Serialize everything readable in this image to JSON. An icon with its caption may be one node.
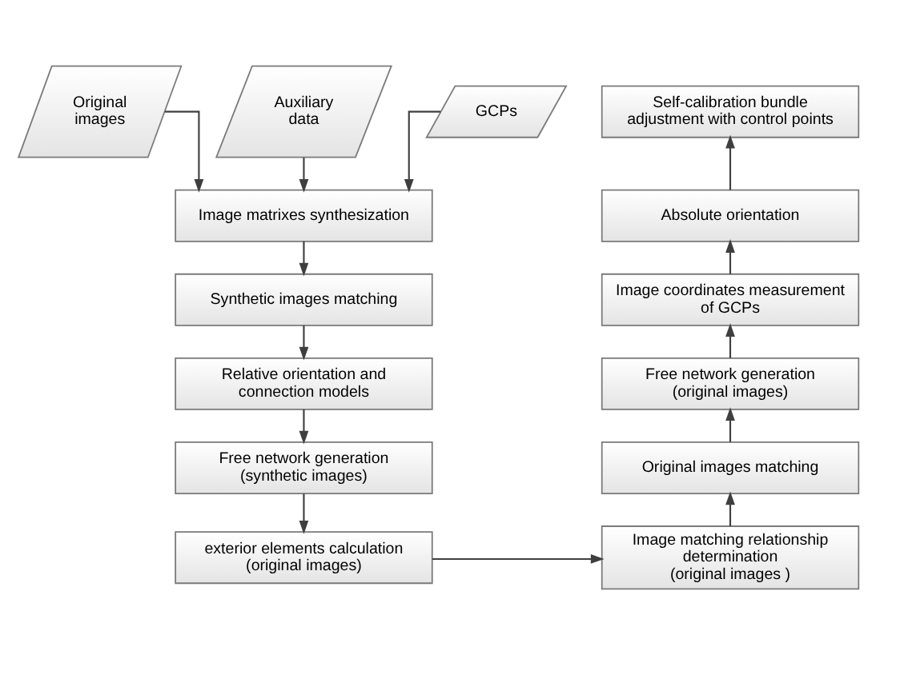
{
  "diagram": {
    "nodes": [
      {
        "text": [
          "Original images"
        ]
      },
      {
        "text": [
          "Auxiliary data"
        ]
      },
      {
        "text": [
          "GCPs"
        ]
      },
      {
        "text": [
          "Image matrixes synthesization"
        ]
      },
      {
        "text": [
          "Synthetic images matching"
        ]
      },
      {
        "text": [
          "Relative orientation and connection models"
        ]
      },
      {
        "text": [
          "Free network generation (synthetic images)"
        ]
      },
      {
        "text": [
          "exterior elements calculation (original images)"
        ]
      },
      {
        "text": [
          "Image matching relationship determination (original images )"
        ]
      },
      {
        "text": [
          "Original images matching"
        ]
      },
      {
        "text": [
          "Free network generation (original images)"
        ]
      },
      {
        "text": [
          "Image coordinates measurement of GCPs"
        ]
      },
      {
        "text": [
          "Absolute orientation"
        ]
      },
      {
        "text": [
          "Self-calibration bundle adjustment with control points"
        ]
      }
    ],
    "edges": [
      {
        "from": 0,
        "to": 3,
        "arrow": "to"
      },
      {
        "from": 1,
        "to": 3,
        "arrow": "to"
      },
      {
        "from": 2,
        "to": 3,
        "arrow": "to"
      },
      {
        "from": 3,
        "to": 4,
        "arrow": "to"
      },
      {
        "from": 4,
        "to": 5,
        "arrow": "to"
      },
      {
        "from": 5,
        "to": 6,
        "arrow": "to"
      },
      {
        "from": 6,
        "to": 7,
        "arrow": "to"
      },
      {
        "from": 7,
        "to": 8,
        "arrow": "to"
      },
      {
        "from": 8,
        "to": 9,
        "arrow": "to"
      },
      {
        "from": 9,
        "to": 10,
        "arrow": "to"
      },
      {
        "from": 10,
        "to": 11,
        "arrow": "to"
      },
      {
        "from": 11,
        "to": 12,
        "arrow": "to"
      },
      {
        "from": 12,
        "to": 13,
        "arrow": "to"
      }
    ]
  }
}
